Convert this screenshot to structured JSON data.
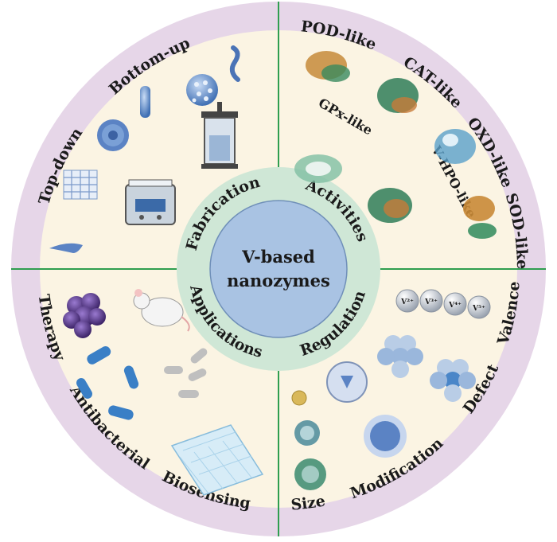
{
  "center": {
    "line1": "V-based",
    "line2": "nanozymes"
  },
  "inner_ring": {
    "fabrication": "Fabrication",
    "activities": "Activities",
    "applications": "Applications",
    "regulation": "Regulation"
  },
  "outer_ring": {
    "bottom_up": "Bottom-up",
    "top_down": "Top-down",
    "pod_like": "POD-like",
    "cat_like": "CAT-like",
    "oxd_like": "OXD-like",
    "sod_like": "SOD-like",
    "therapy": "Therapy",
    "antibacterial": "Antibacterial",
    "biosensing": "Biosensing",
    "size": "Size",
    "modification": "Modification",
    "defect": "Defect",
    "valence": "Valence"
  },
  "quadrant_labels": {
    "gpx_like": "GPx-like",
    "v_hpo_like": "V-HPO-like"
  },
  "valence_badges": [
    "V²⁺",
    "V³⁺",
    "V⁴⁺",
    "V⁵⁺"
  ],
  "colors": {
    "outer_ring": "#e6d6e8",
    "quadrant_fill": "#fbf4e3",
    "inner_ring": "#cfe7d6",
    "core": "#a9c3e3",
    "divider": "#2f9e4f"
  }
}
